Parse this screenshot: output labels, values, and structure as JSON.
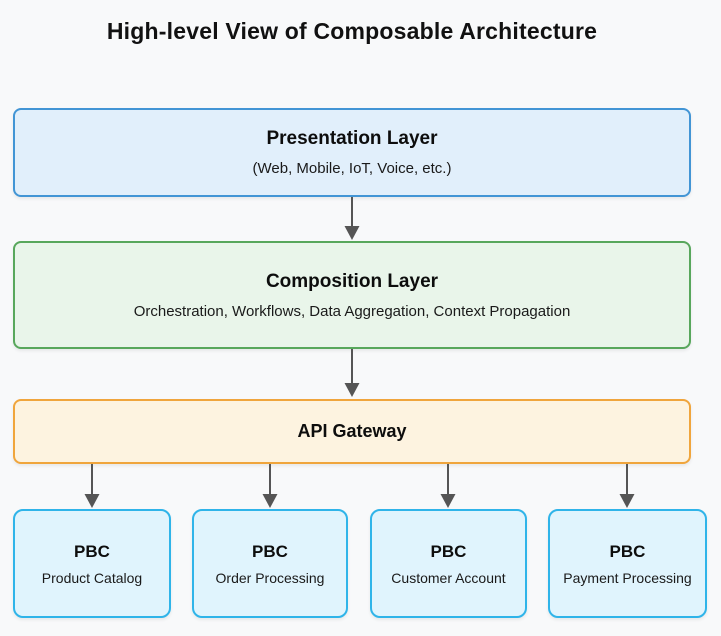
{
  "page": {
    "title": "High-level View of Composable Architecture",
    "background_color": "#f8f9fa",
    "arrow_color": "#555555"
  },
  "diagram": {
    "layers": [
      {
        "title": "Presentation Layer",
        "subtitle": "(Web, Mobile, IoT, Voice, etc.)",
        "fill_color": "#e1effb",
        "border_color": "#4295d5"
      },
      {
        "title": "Composition Layer",
        "subtitle": "Orchestration, Workflows, Data Aggregation, Context Propagation",
        "fill_color": "#e9f5ea",
        "border_color": "#58a75c"
      },
      {
        "title": "API Gateway",
        "subtitle": "",
        "fill_color": "#fdf3e0",
        "border_color": "#f0a53c"
      }
    ],
    "pbcs": [
      {
        "title": "PBC",
        "subtitle": "Product Catalog"
      },
      {
        "title": "PBC",
        "subtitle": "Order Processing"
      },
      {
        "title": "PBC",
        "subtitle": "Customer Account"
      },
      {
        "title": "PBC",
        "subtitle": "Payment Processing"
      }
    ],
    "pbc_style": {
      "fill_color": "#e0f4fd",
      "border_color": "#2fb4e9"
    }
  }
}
